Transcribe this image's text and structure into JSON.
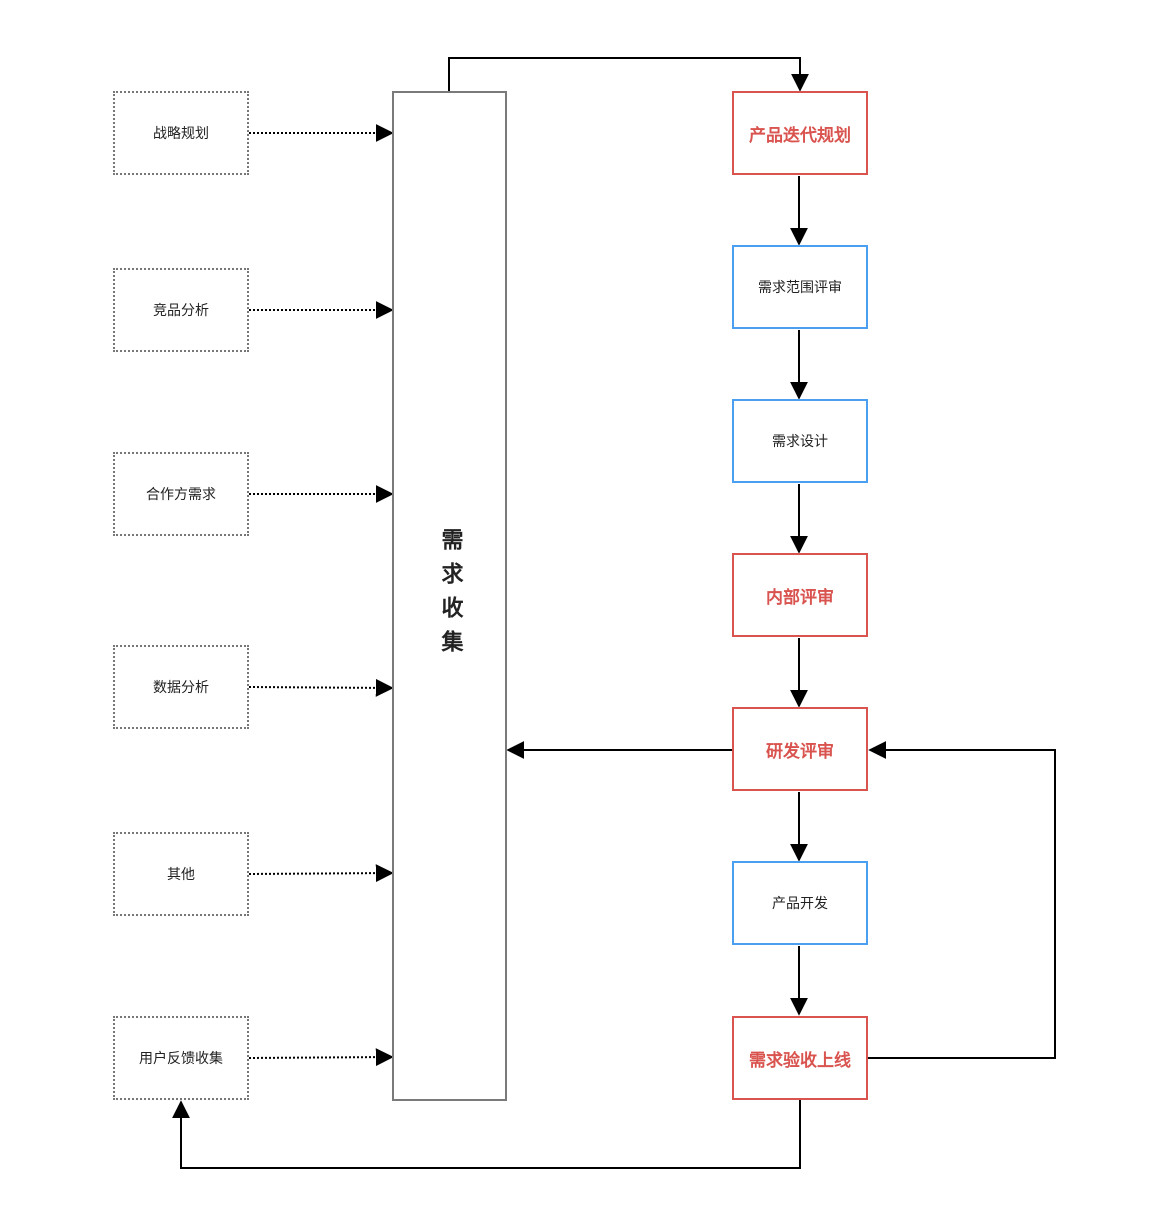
{
  "sources": [
    {
      "label": "战略规划"
    },
    {
      "label": "竞品分析"
    },
    {
      "label": "合作方需求"
    },
    {
      "label": "数据分析"
    },
    {
      "label": "其他"
    },
    {
      "label": "用户反馈收集"
    }
  ],
  "collector": {
    "label": "需求收集"
  },
  "steps": [
    {
      "label": "产品迭代规划",
      "style": "key"
    },
    {
      "label": "需求范围评审",
      "style": "normal"
    },
    {
      "label": "需求设计",
      "style": "normal"
    },
    {
      "label": "内部评审",
      "style": "key"
    },
    {
      "label": "研发评审",
      "style": "key"
    },
    {
      "label": "产品开发",
      "style": "normal"
    },
    {
      "label": "需求验收上线",
      "style": "key"
    }
  ],
  "colors": {
    "key": "#d9534f",
    "normal": "#4a9ff0",
    "source": "#777777",
    "collector": "#7a7a7a",
    "arrow": "#000000"
  }
}
